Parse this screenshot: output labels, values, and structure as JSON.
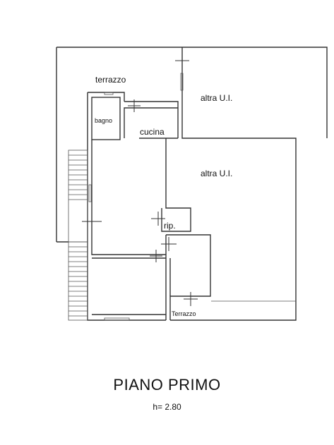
{
  "rooms": {
    "terrazzo_top": "terrazzo",
    "bagno": "bagno",
    "cucina": "cucina",
    "altra_1": "altra U.I.",
    "altra_2": "altra U.I.",
    "rip": "rip.",
    "terrazzo_bottom": "Terrazzo"
  },
  "floor_title": "PIANO PRIMO",
  "floor_height": "h= 2.80"
}
